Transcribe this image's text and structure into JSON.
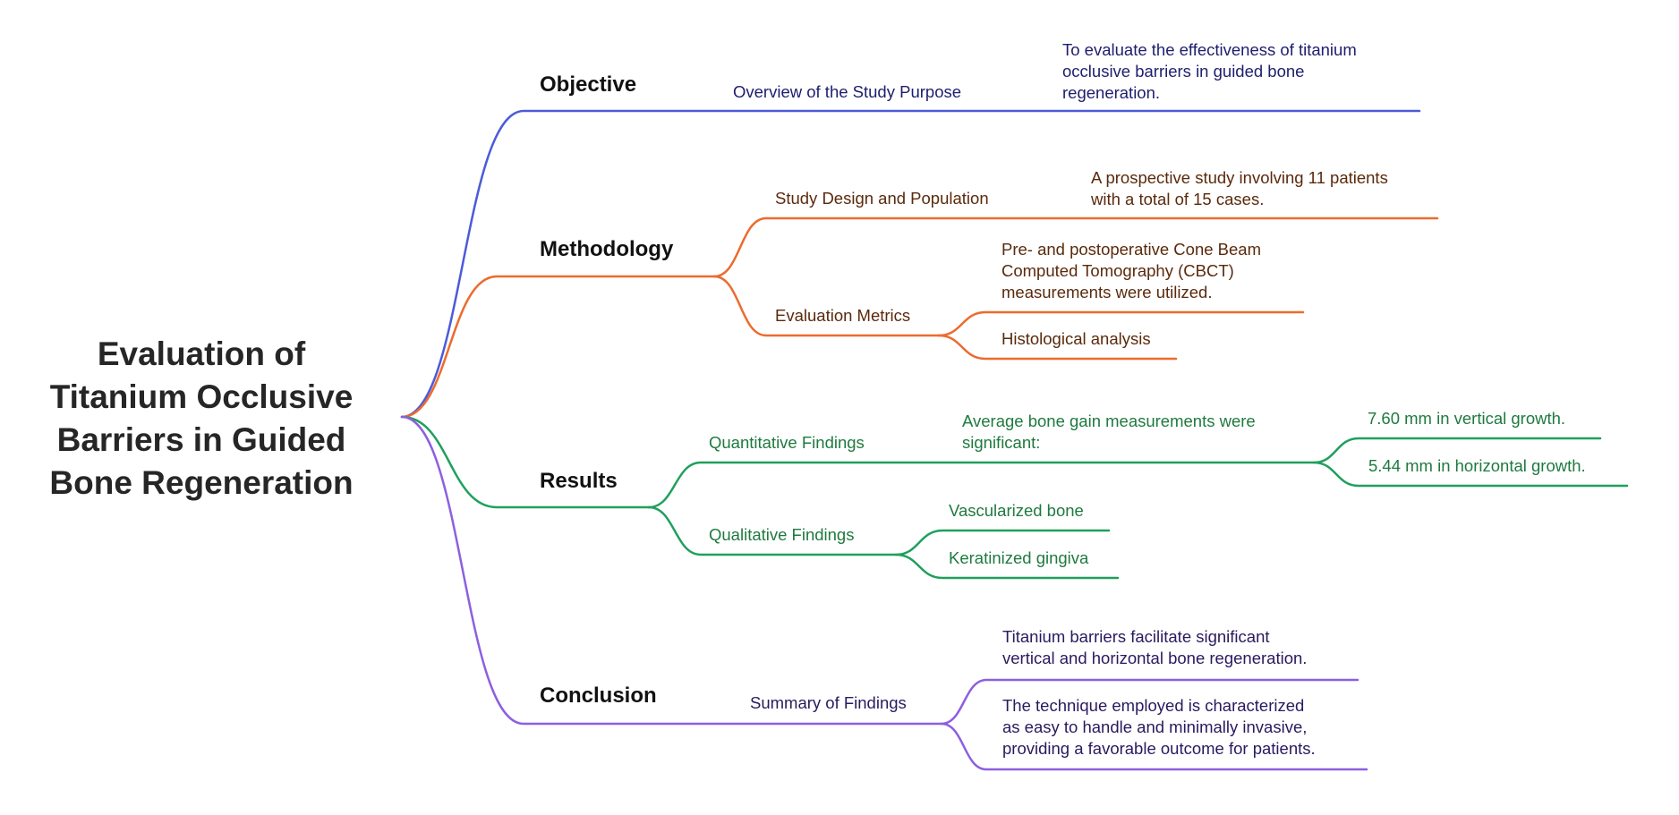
{
  "root": {
    "title_lines": [
      "Evaluation of",
      "Titanium Occlusive",
      "Barriers in Guided",
      "Bone Regeneration"
    ]
  },
  "colors": {
    "objective": "#4c5bd9",
    "methodology": "#ec6b2d",
    "results": "#1fa05c",
    "conclusion": "#8d5fe0"
  },
  "branches": {
    "objective": {
      "label": "Objective",
      "overview": {
        "label": "Overview of the Study Purpose",
        "detail": [
          "To evaluate the effectiveness of titanium",
          "occlusive barriers in guided bone",
          "regeneration."
        ]
      }
    },
    "methodology": {
      "label": "Methodology",
      "design": {
        "label": "Study Design and Population",
        "detail": [
          "A prospective study involving 11 patients",
          "with a total of 15 cases."
        ]
      },
      "metrics": {
        "label": "Evaluation Metrics",
        "cbct": [
          "Pre- and postoperative Cone Beam",
          "Computed Tomography (CBCT)",
          "measurements were utilized."
        ],
        "histology": "Histological analysis"
      }
    },
    "results": {
      "label": "Results",
      "quantitative": {
        "label": "Quantitative Findings",
        "detail": [
          "Average bone gain measurements were",
          "significant:"
        ],
        "vertical": "7.60 mm in vertical growth.",
        "horizontal": "5.44 mm in horizontal growth."
      },
      "qualitative": {
        "label": "Qualitative Findings",
        "vascular": "Vascularized bone",
        "gingiva": "Keratinized gingiva"
      }
    },
    "conclusion": {
      "label": "Conclusion",
      "summary": {
        "label": "Summary of Findings",
        "facilitate": [
          "Titanium barriers facilitate significant",
          "vertical and horizontal bone regeneration."
        ],
        "technique": [
          "The technique employed is characterized",
          "as easy to handle and minimally invasive,",
          "providing a favorable outcome for patients."
        ]
      }
    }
  }
}
